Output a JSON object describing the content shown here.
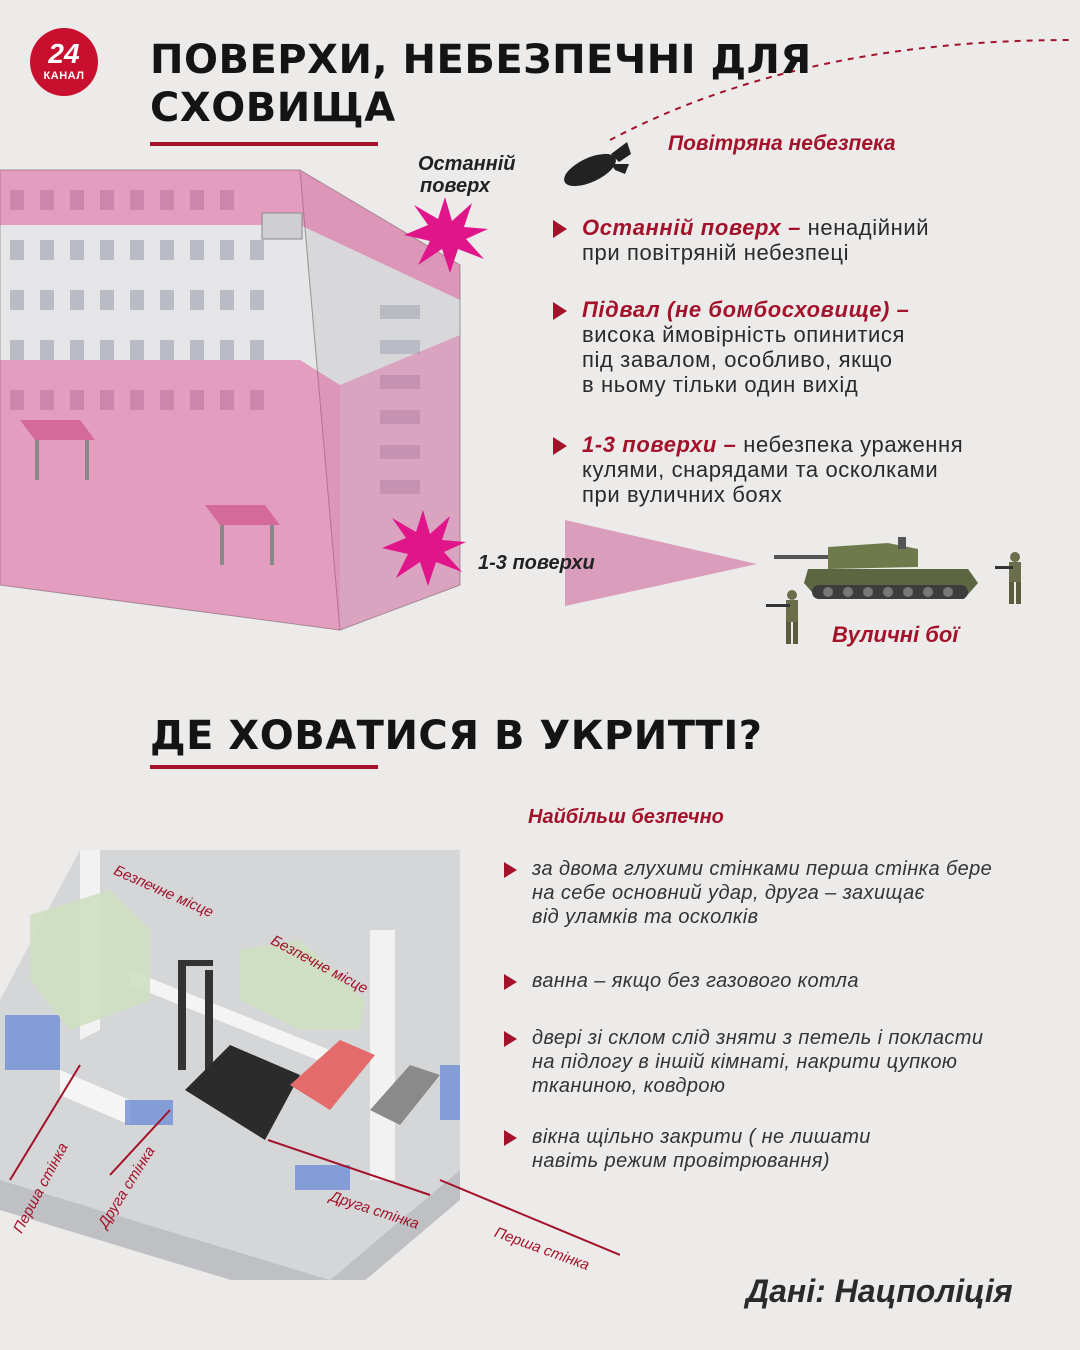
{
  "logo": {
    "number": "24",
    "word": "КАНАЛ"
  },
  "section1": {
    "title_line1": "ПОВЕРХИ, НЕБЕЗПЕЧНІ ДЛЯ",
    "title_line2": "СХОВИЩА",
    "air_danger": "Повітряна небезпека",
    "top_floor_caption_line1": "Останній",
    "top_floor_caption_line2": "поверх",
    "floors_caption": "1-3 поверхи",
    "street_fights": "Вуличні бої",
    "items": [
      {
        "bold": "Останній поверх –",
        "line1": " ненадійний",
        "line2": "при повітряній небезпеці",
        "line3": "",
        "line4": ""
      },
      {
        "bold": "Підвал (не бомбосховище) –",
        "line1": "",
        "line2": "висока ймовірність опинитися",
        "line3": "під завалом, особливо, якщо",
        "line4": "в ньому тільки один вихід"
      },
      {
        "bold": "1-3 поверхи –",
        "line1": " небезпека ураження",
        "line2": "кулями, снарядами та осколками",
        "line3": "при вуличних боях",
        "line4": ""
      }
    ]
  },
  "section2": {
    "title": "ДЕ ХОВАТИСЯ В УКРИТТІ?",
    "safest": "Найбільш безпечно",
    "items": [
      {
        "line1": "за двома глухими стінками перша стінка бере",
        "line2": "на себе основний удар, друга – захищає",
        "line3": "від уламків та осколків"
      },
      {
        "line1": "ванна – якщо без газового котла",
        "line2": "",
        "line3": ""
      },
      {
        "line1": "двері зі склом слід зняти з петель і покласти",
        "line2": "на підлогу в іншій кімнаті, накрити цупкою",
        "line3": "тканиною, ковдрою"
      },
      {
        "line1": "вікна щільно закрити ( не лишати",
        "line2": "навіть режим провітрювання)",
        "line3": ""
      }
    ],
    "plan_labels": {
      "safe_place_1": "Безпечне місце",
      "safe_place_2": "Безпечне місце",
      "first_wall_left": "Перша стінка",
      "second_wall_left": "Друга стінка",
      "second_wall_bottom": "Друга стінка",
      "first_wall_bottom": "Перша стінка"
    }
  },
  "source": "Дані: Нацполіція",
  "colors": {
    "accent": "#a3122a",
    "logo": "#c8102e",
    "pink": "#e0468e",
    "background": "#ecebea"
  },
  "icons": [
    "bomb-icon",
    "explosion-icon",
    "tank-icon",
    "soldier-icon"
  ]
}
